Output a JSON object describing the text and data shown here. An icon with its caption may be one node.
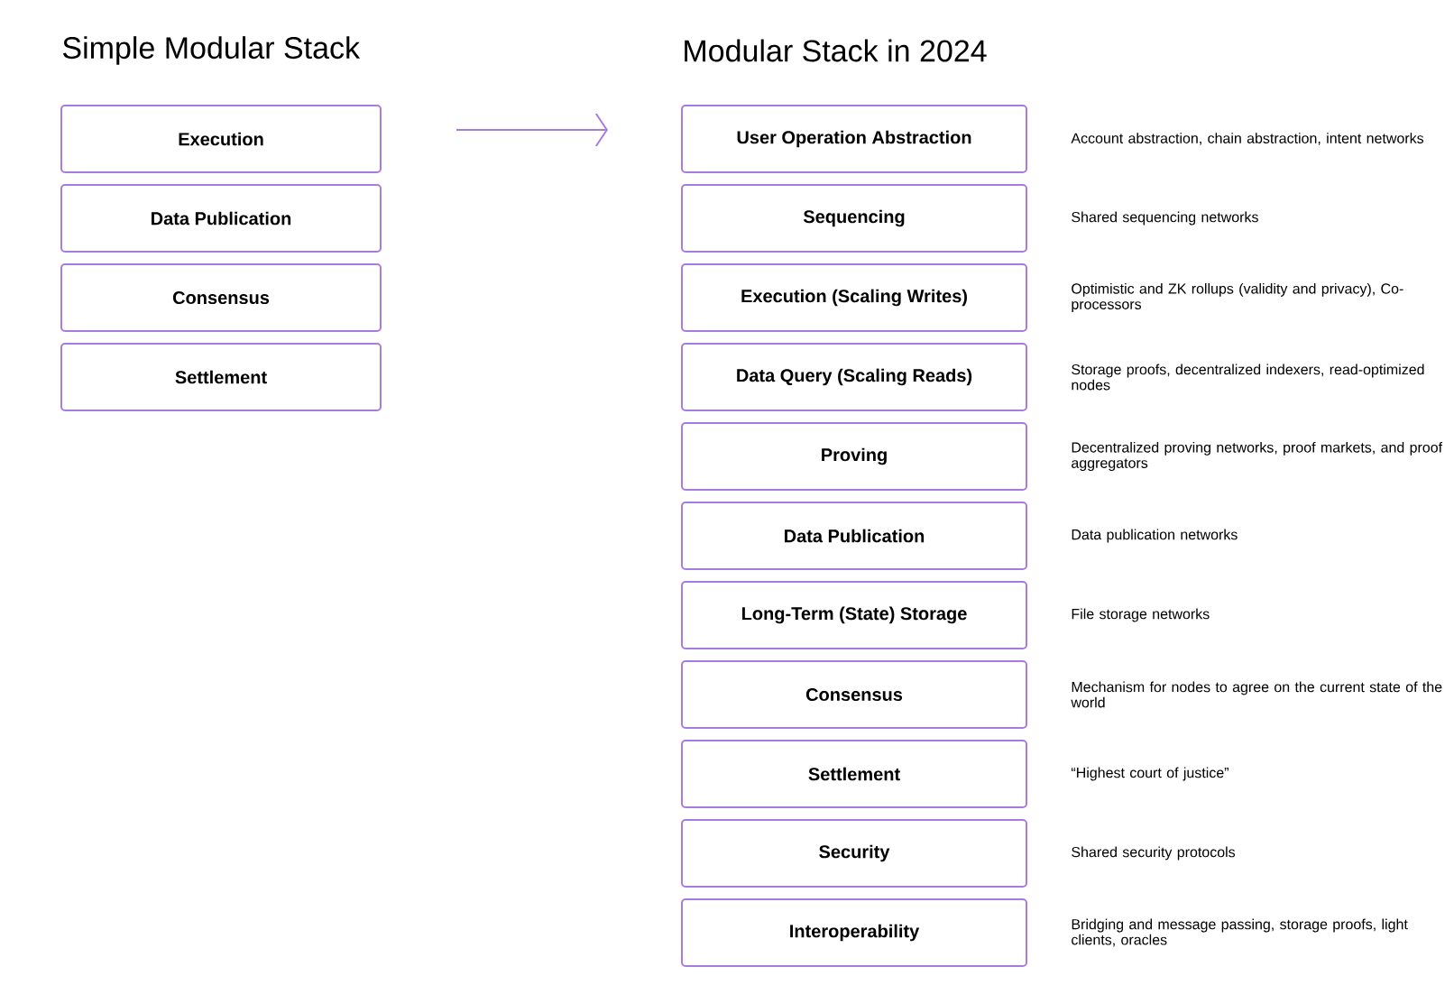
{
  "diagram": {
    "nodes": [
      {
        "text": [
          "Execution"
        ]
      },
      {
        "text": [
          "Data Publication"
        ]
      },
      {
        "text": [
          "Consensus"
        ]
      },
      {
        "text": [
          "Settlement"
        ]
      },
      {
        "text": [
          "User Operation Abstraction"
        ],
        "beside": [
          "Account abstraction, chain abstraction, intent networks"
        ]
      },
      {
        "text": [
          "Sequencing"
        ],
        "beside": [
          "Shared sequencing networks"
        ]
      },
      {
        "text": [
          "Execution (Scaling Writes)"
        ],
        "beside": [
          "Optimistic and ZK rollups (validity and privacy), Co-processors"
        ]
      },
      {
        "text": [
          "Data Query (Scaling Reads)"
        ],
        "beside": [
          "Storage proofs, decentralized indexers, read-optimized nodes"
        ]
      },
      {
        "text": [
          "Proving"
        ],
        "beside": [
          "Decentralized proving networks, proof markets, and proof aggregators"
        ]
      },
      {
        "text": [
          "Data Publication"
        ],
        "beside": [
          "Data publication networks"
        ]
      },
      {
        "text": [
          "Long-Term (State) Storage"
        ],
        "beside": [
          "File storage networks"
        ]
      },
      {
        "text": [
          "Consensus"
        ],
        "beside": [
          "Mechanism for nodes to agree on the current state of the world"
        ]
      },
      {
        "text": [
          "Settlement"
        ],
        "beside": [
          "“Highest court of justice”"
        ]
      },
      {
        "text": [
          "Security"
        ],
        "beside": [
          "Shared security protocols"
        ]
      },
      {
        "text": [
          "Interoperability"
        ],
        "beside": [
          "Bridging and message passing, storage proofs, light clients, oracles"
        ]
      }
    ],
    "labels": [
      "Simple Modular Stack",
      "Modular Stack in 2024"
    ]
  }
}
